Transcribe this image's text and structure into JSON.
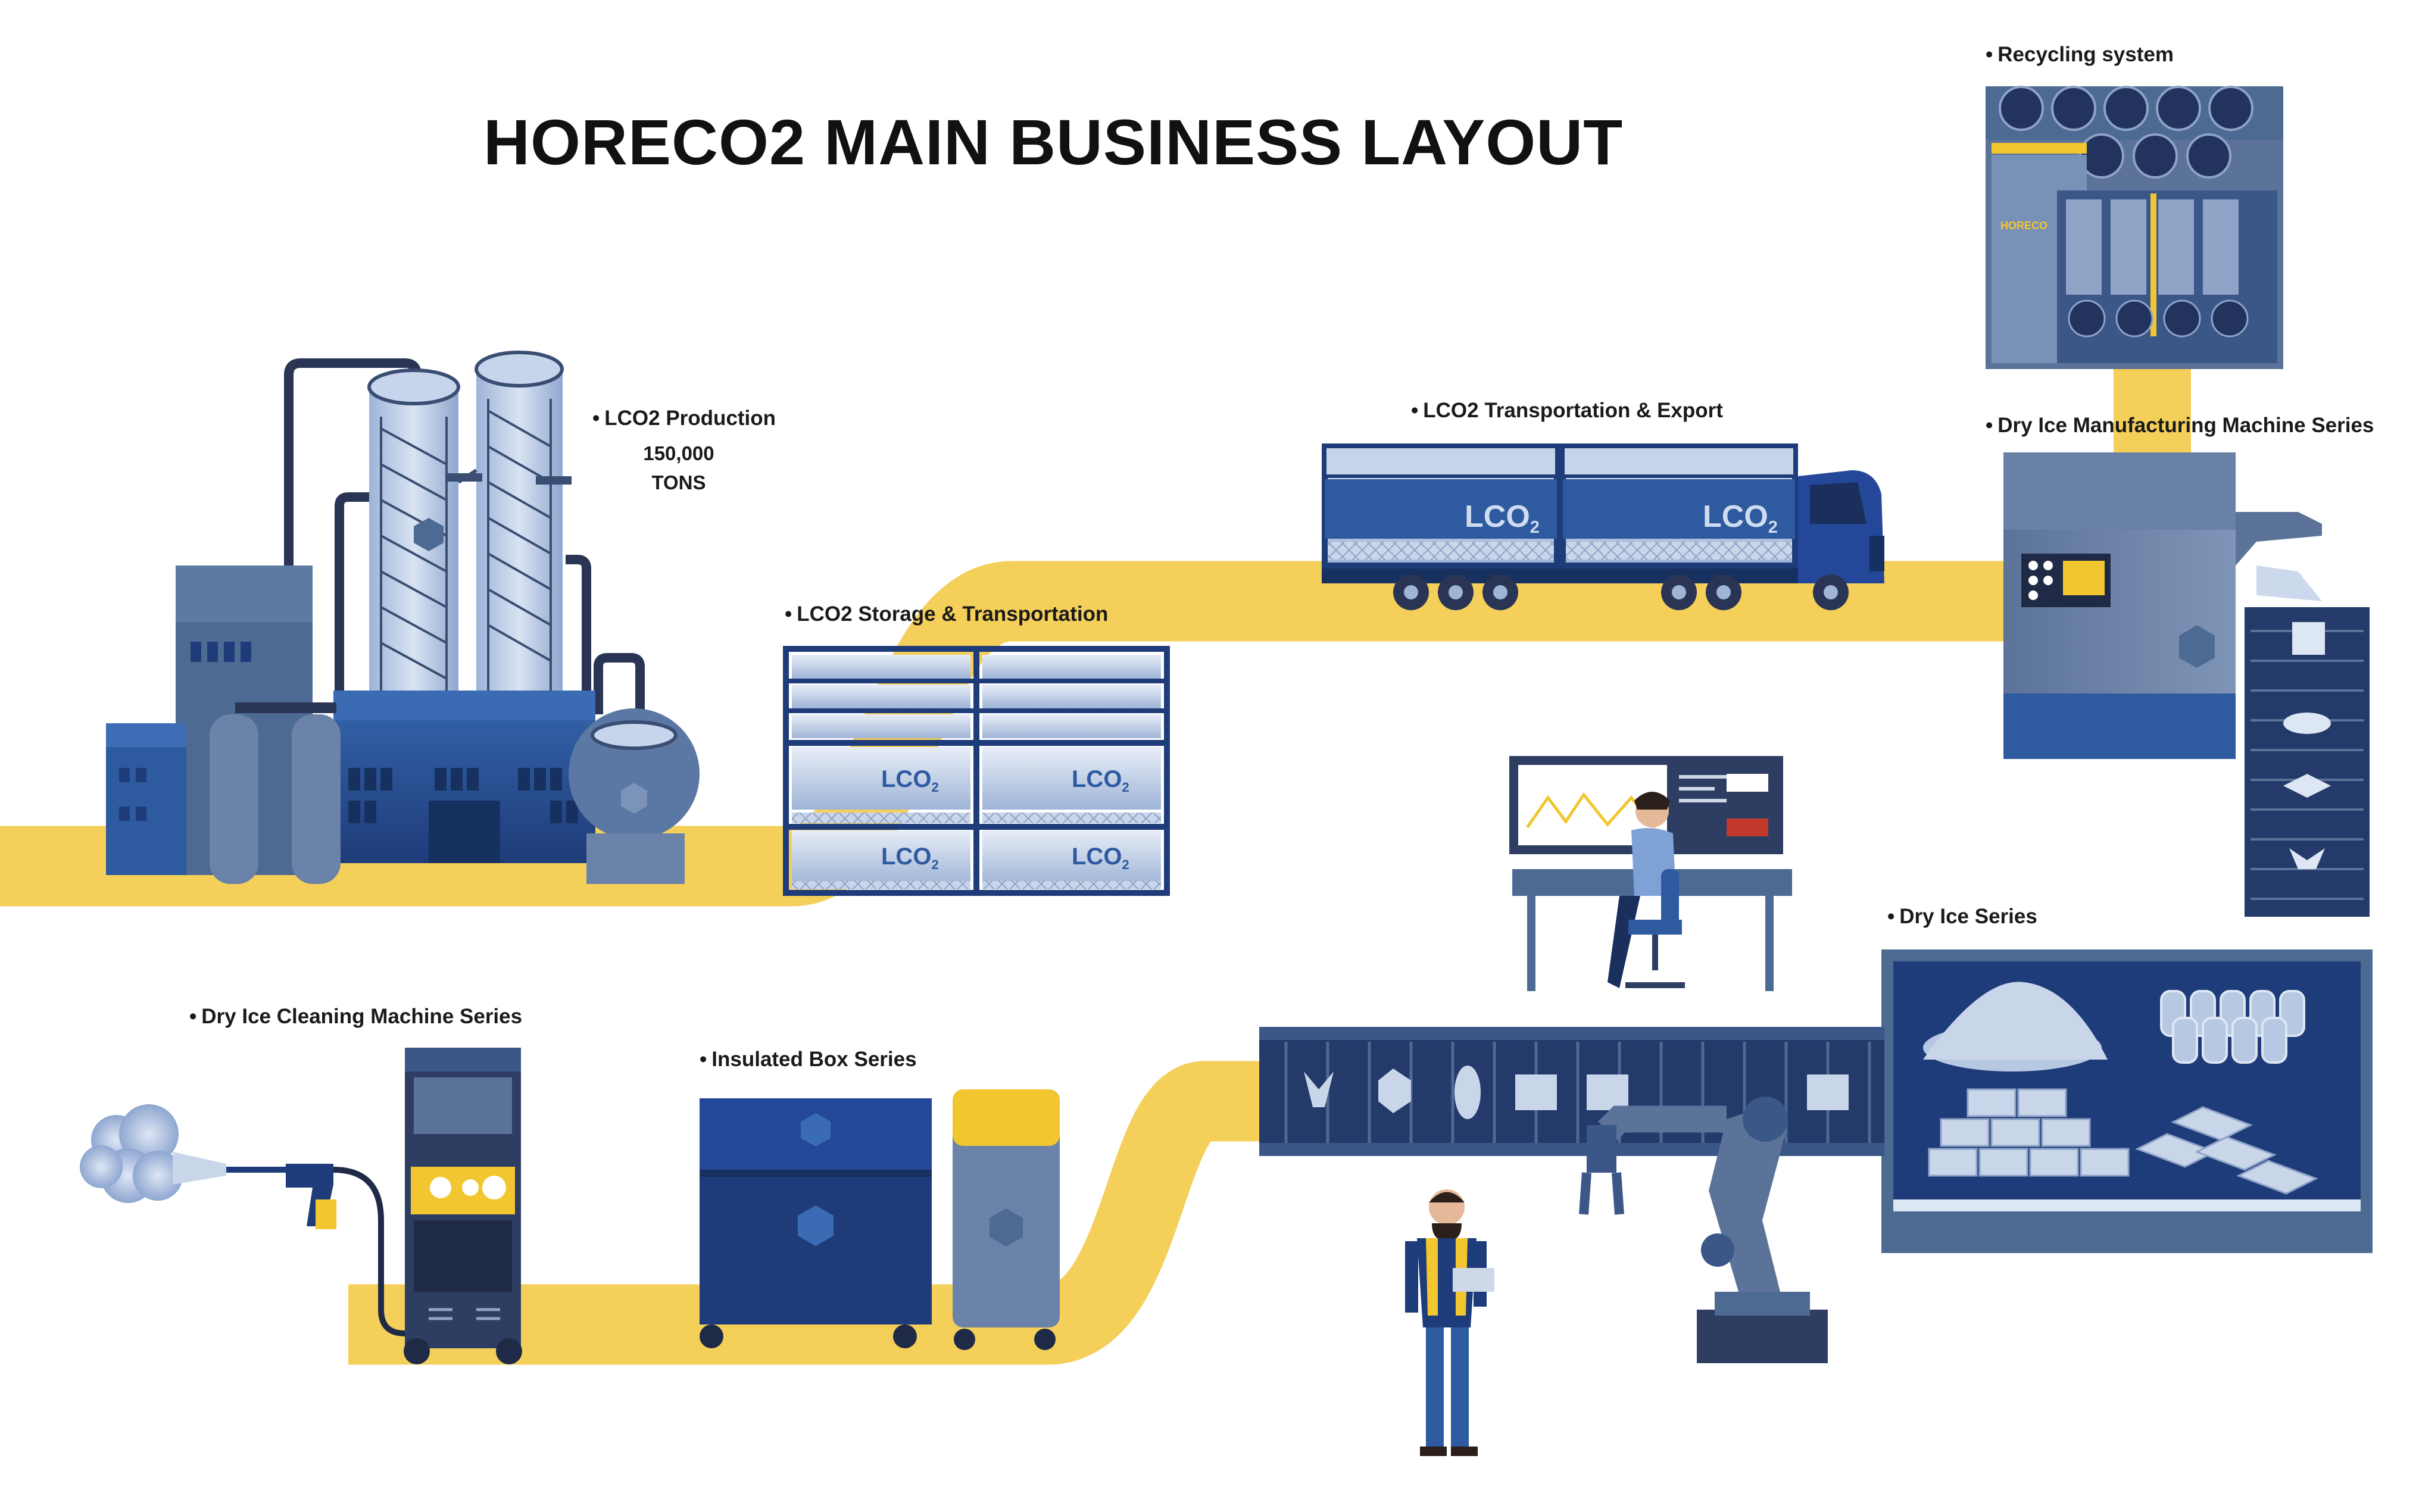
{
  "title": "HORECO2 MAIN BUSINESS LAYOUT",
  "bullet": "•",
  "labels": {
    "lco2_production": "LCO2 Production",
    "production_value": "150,000",
    "production_unit": "TONS",
    "storage": "LCO2 Storage & Transportation",
    "transport_export": "LCO2 Transportation & Export",
    "recycling": "Recycling system",
    "manufacturing": "Dry Ice Manufacturing Machine Series",
    "dry_ice_series": "Dry Ice Series",
    "cleaning": "Dry Ice Cleaning Machine Series",
    "insulated_box": "Insulated Box Series"
  },
  "container_text": {
    "lco2": "LCO",
    "subscript": "2",
    "brand": "HORECO"
  },
  "colors": {
    "path": "#f4cf5a",
    "navy": "#1f3c7a",
    "blue": "#2e5aa0",
    "steel": "#4d6a93",
    "light": "#b7c8e3",
    "pale": "#dde6f3",
    "yellow": "#f2c62f"
  }
}
